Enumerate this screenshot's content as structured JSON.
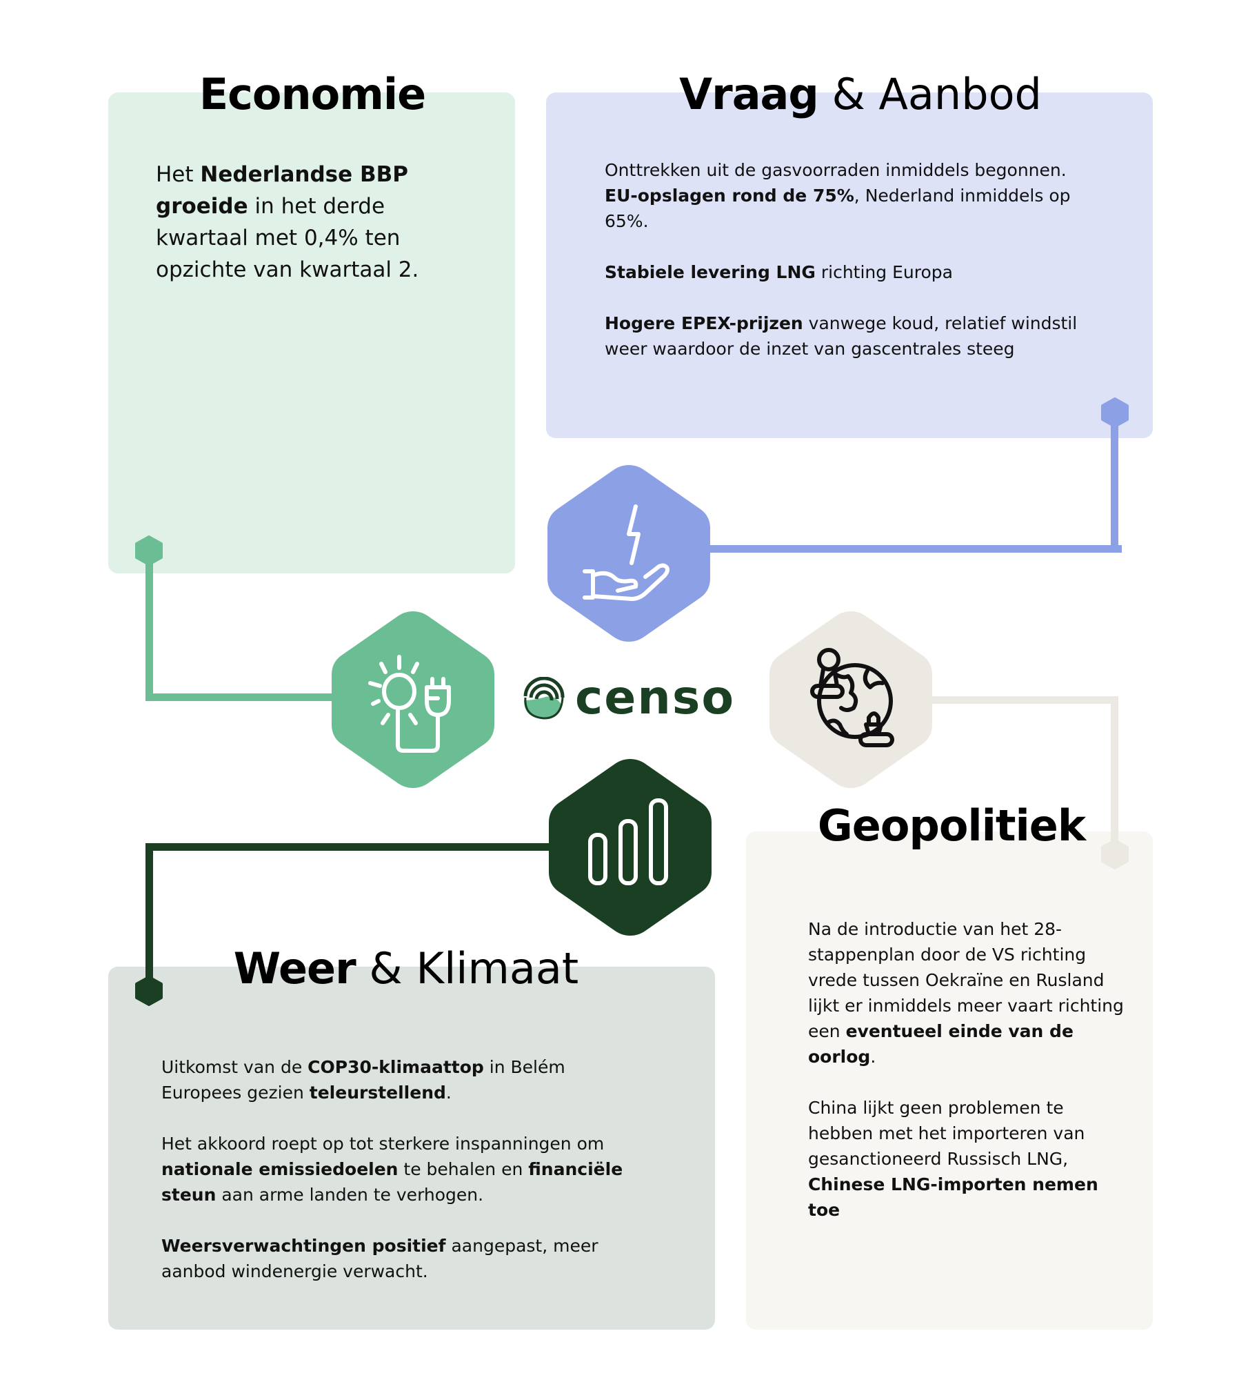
{
  "colors": {
    "economie_bg": "#e0f1e8",
    "economie_accent": "#6bbd94",
    "vraag_bg": "#dde2f7",
    "vraag_accent": "#8ca0e5",
    "geo_bg": "#f7f6f3",
    "geo_accent": "#ece8e2",
    "weer_bg": "#dce2de",
    "weer_accent": "#1a3f22"
  },
  "logo": {
    "text": "censo",
    "icon": "censo-leaf-waves-icon"
  },
  "economie": {
    "title": "Economie",
    "icon": "lightbulb-plug-icon",
    "paragraphs": [
      [
        {
          "t": "Het ",
          "b": false
        },
        {
          "t": "Nederlandse BBP groeide",
          "b": true
        },
        {
          "t": " in het derde kwartaal met 0,4% ten opzichte van kwartaal 2.",
          "b": false
        }
      ]
    ]
  },
  "vraag": {
    "title_bold": "Vraag",
    "title_light": " & Aanbod",
    "icon": "hand-lightning-icon",
    "paragraphs": [
      [
        {
          "t": "Onttrekken uit de gasvoorraden inmiddels begonnen. ",
          "b": false
        },
        {
          "t": "EU-opslagen rond de 75%",
          "b": true
        },
        {
          "t": ", Nederland inmiddels op 65%.",
          "b": false
        }
      ],
      [
        {
          "t": "Stabiele levering LNG",
          "b": true
        },
        {
          "t": " richting Europa",
          "b": false
        }
      ],
      [
        {
          "t": "Hogere EPEX-prijzen",
          "b": true
        },
        {
          "t": " vanwege koud, relatief windstil weer waardoor de inzet van gascentrales steeg",
          "b": false
        }
      ]
    ]
  },
  "geo": {
    "title": "Geopolitiek",
    "icon": "globe-chess-icon",
    "paragraphs": [
      [
        {
          "t": "Na de introductie van het 28-stappenplan door de VS richting vrede tussen Oekraïne en Rusland lijkt er inmiddels meer vaart richting een ",
          "b": false
        },
        {
          "t": "eventueel einde van de oorlog",
          "b": true
        },
        {
          "t": ".",
          "b": false
        }
      ],
      [
        {
          "t": "China lijkt geen problemen te hebben met het importeren van gesanctioneerd Russisch LNG, ",
          "b": false
        },
        {
          "t": "Chinese LNG-importen nemen toe",
          "b": true
        }
      ]
    ]
  },
  "weer": {
    "title_bold": "Weer",
    "title_light": " & Klimaat",
    "icon": "bar-chart-icon",
    "paragraphs": [
      [
        {
          "t": "Uitkomst van de ",
          "b": false
        },
        {
          "t": "COP30-klimaattop",
          "b": true
        },
        {
          "t": " in Belém Europees gezien ",
          "b": false
        },
        {
          "t": "teleurstellend",
          "b": true
        },
        {
          "t": ".",
          "b": false
        }
      ],
      [
        {
          "t": "Het akkoord roept op tot sterkere inspanningen om ",
          "b": false
        },
        {
          "t": "nationale emissiedoelen",
          "b": true
        },
        {
          "t": " te behalen en ",
          "b": false
        },
        {
          "t": "financiële steun",
          "b": true
        },
        {
          "t": " aan arme landen te verhogen.",
          "b": false
        }
      ],
      [
        {
          "t": "Weersverwachtingen positief",
          "b": true
        },
        {
          "t": " aangepast, meer aanbod windenergie verwacht.",
          "b": false
        }
      ]
    ]
  }
}
